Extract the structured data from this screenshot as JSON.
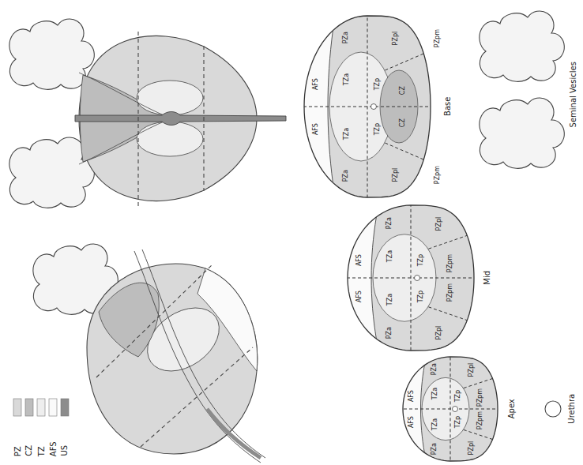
{
  "diagram": {
    "labels": [
      "Seminal Vesicles",
      "PZa",
      "AFS",
      "TZa",
      "TZp",
      "CZ",
      "PZpl",
      "PZpm",
      "PZa",
      "AFS",
      "TZa",
      "TZp",
      "CZ",
      "PZpl",
      "PZpm",
      "Base",
      "AFS",
      "AFS",
      "TZa",
      "TZa",
      "TZp",
      "TZp",
      "PZa",
      "PZa",
      "PZpl",
      "PZpl",
      "PZpm",
      "PZpm",
      "Mid",
      "AFS",
      "AFS",
      "TZa",
      "TZa",
      "TZp",
      "TZp",
      "PZa",
      "PZa",
      "PZpl",
      "PZpl",
      "PZpm",
      "PZpm",
      "Apex",
      "Urethra"
    ],
    "legend": [
      {
        "text": "PZ",
        "color": "#d9d9d9"
      },
      {
        "text": "CZ",
        "color": "#bdbdbd"
      },
      {
        "text": "TZ",
        "color": "#eeeeee"
      },
      {
        "text": "AFS",
        "color": "#fafafa"
      },
      {
        "text": "US",
        "color": "#8c8c8c"
      }
    ]
  }
}
